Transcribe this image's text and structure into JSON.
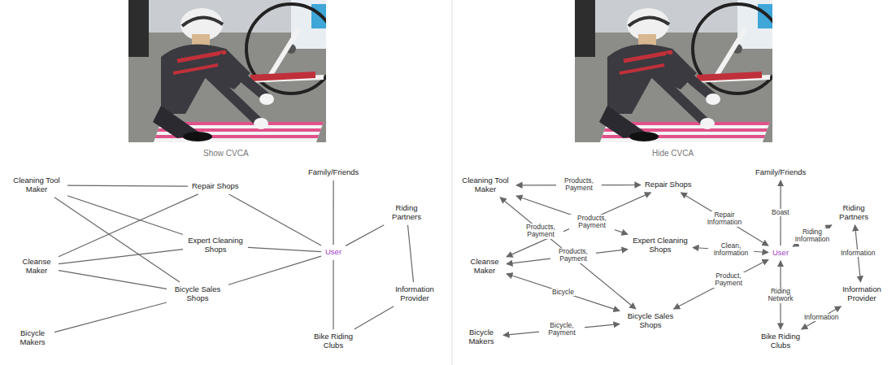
{
  "diagram": {
    "nodes": [
      {
        "text": [
          "Cleaning Tool Maker"
        ]
      },
      {
        "text": [
          "Repair Shops"
        ]
      },
      {
        "text": [
          "Family/Friends"
        ]
      },
      {
        "text": [
          "Riding Partners"
        ]
      },
      {
        "text": [
          "Expert Cleaning Shops"
        ]
      },
      {
        "text": [
          "Cleanse Maker"
        ]
      },
      {
        "text": [
          "User"
        ]
      },
      {
        "text": [
          "Bicycle Sales Shops"
        ]
      },
      {
        "text": [
          "Information Provider"
        ]
      },
      {
        "text": [
          "Bicycle Makers"
        ]
      },
      {
        "text": [
          "Bike Riding Clubs"
        ]
      },
      {
        "text": [
          "Cleaning Tool Maker"
        ]
      },
      {
        "text": [
          "Repair Shops"
        ]
      },
      {
        "text": [
          "Family/Friends"
        ]
      },
      {
        "text": [
          "Riding Partners"
        ]
      },
      {
        "text": [
          "Expert Cleaning Shops"
        ]
      },
      {
        "text": [
          "Cleanse Maker"
        ]
      },
      {
        "text": [
          "User"
        ]
      },
      {
        "text": [
          "Bicycle Sales Shops"
        ]
      },
      {
        "text": [
          "Information Provider"
        ]
      },
      {
        "text": [
          "Bicycle Makers"
        ]
      },
      {
        "text": [
          "Bike Riding Clubs"
        ]
      }
    ],
    "edges": [
      {
        "from": 0,
        "to": 1,
        "arrow": "none"
      },
      {
        "from": 0,
        "to": 4,
        "arrow": "none"
      },
      {
        "from": 0,
        "to": 7,
        "arrow": "none"
      },
      {
        "from": 5,
        "to": 1,
        "arrow": "none"
      },
      {
        "from": 5,
        "to": 4,
        "arrow": "none"
      },
      {
        "from": 5,
        "to": 7,
        "arrow": "none"
      },
      {
        "from": 9,
        "to": 7,
        "arrow": "none"
      },
      {
        "from": 1,
        "to": 6,
        "arrow": "none"
      },
      {
        "from": 4,
        "to": 6,
        "arrow": "none"
      },
      {
        "from": 7,
        "to": 6,
        "arrow": "none"
      },
      {
        "from": 6,
        "to": 2,
        "arrow": "none"
      },
      {
        "from": 6,
        "to": 3,
        "arrow": "none"
      },
      {
        "from": 6,
        "to": 10,
        "arrow": "none"
      },
      {
        "from": 3,
        "to": 8,
        "arrow": "none"
      },
      {
        "from": 8,
        "to": 10,
        "arrow": "none"
      },
      {
        "from": 11,
        "to": 12,
        "label": "Products, Payment",
        "arrow": "both"
      },
      {
        "from": 11,
        "to": 15,
        "label": "Products, Payment",
        "arrow": "both"
      },
      {
        "from": 11,
        "to": 18,
        "label": "Products, Payment",
        "arrow": "both"
      },
      {
        "from": 16,
        "to": 12,
        "arrow": "both"
      },
      {
        "from": 16,
        "to": 15,
        "label": "Products, Payment",
        "arrow": "both"
      },
      {
        "from": 16,
        "to": 18,
        "label": "Bicycle",
        "arrow": "both"
      },
      {
        "from": 20,
        "to": 18,
        "label": "Bicycle, Payment",
        "arrow": "both"
      },
      {
        "from": 12,
        "to": 17,
        "label": "Repair Information",
        "arrow": "both"
      },
      {
        "from": 15,
        "to": 17,
        "label": "Clean, Information",
        "arrow": "both"
      },
      {
        "from": 18,
        "to": 17,
        "label": "Product, Payment",
        "arrow": "both"
      },
      {
        "from": 17,
        "to": 13,
        "label": "Boast",
        "arrow": "to"
      },
      {
        "from": 17,
        "to": 14,
        "label": "Riding Information",
        "arrow": "both"
      },
      {
        "from": 14,
        "to": 19,
        "label": "Information",
        "arrow": "both"
      },
      {
        "from": 17,
        "to": 21,
        "label": "Riding Network",
        "arrow": "both"
      },
      {
        "from": 21,
        "to": 19,
        "label": "Information",
        "arrow": "both"
      }
    ],
    "labels": [
      "Show CVCA",
      "Hide CVCA"
    ]
  }
}
